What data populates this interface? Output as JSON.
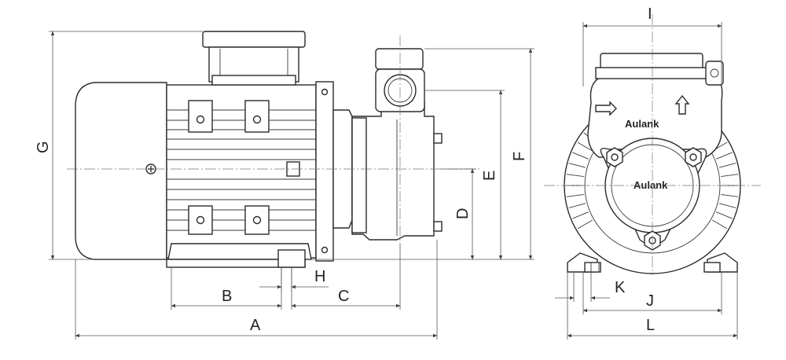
{
  "dimension_labels": {
    "A": "A",
    "B": "B",
    "C": "C",
    "D": "D",
    "E": "E",
    "F": "F",
    "G": "G",
    "H": "H",
    "I": "I",
    "J": "J",
    "K": "K",
    "L": "L"
  },
  "brand": {
    "upper": "Aulank",
    "center": "Aulank"
  },
  "colors": {
    "line": "#2b2b2b",
    "dimension": "#555555",
    "background": "#ffffff"
  },
  "icons": [
    "flow-arrow-icon",
    "flow-arrow-up-icon",
    "grounding-symbol-icon"
  ]
}
